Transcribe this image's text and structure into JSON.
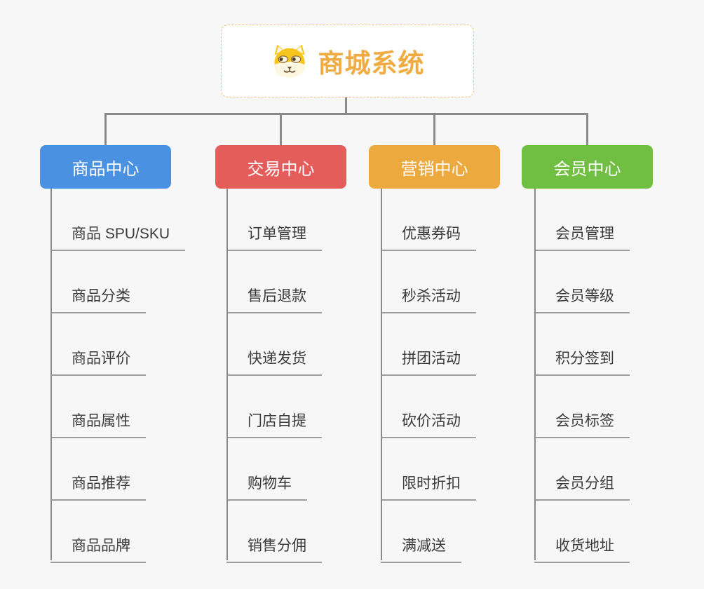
{
  "root": {
    "title": "商城系统",
    "icon": "shiba-dog-icon",
    "title_color": "#f0ac42",
    "border_color": "#f1c27e"
  },
  "branches": [
    {
      "label": "商品中心",
      "color": "#4b91e2",
      "items": [
        "商品 SPU/SKU",
        "商品分类",
        "商品评价",
        "商品属性",
        "商品推荐",
        "商品品牌"
      ]
    },
    {
      "label": "交易中心",
      "color": "#e45d5b",
      "items": [
        "订单管理",
        "售后退款",
        "快递发货",
        "门店自提",
        "购物车",
        "销售分佣"
      ]
    },
    {
      "label": "营销中心",
      "color": "#ebA93e",
      "items": [
        "优惠券码",
        "秒杀活动",
        "拼团活动",
        "砍价活动",
        "限时折扣",
        "满减送"
      ]
    },
    {
      "label": "会员中心",
      "color": "#70bf43",
      "items": [
        "会员管理",
        "会员等级",
        "积分签到",
        "会员标签",
        "会员分组",
        "收货地址"
      ]
    }
  ],
  "colors": {
    "background": "#f7f7f7",
    "connector": "#8a8a8a",
    "underline": "#9d9d9d",
    "item_text": "#3a3a3a"
  }
}
